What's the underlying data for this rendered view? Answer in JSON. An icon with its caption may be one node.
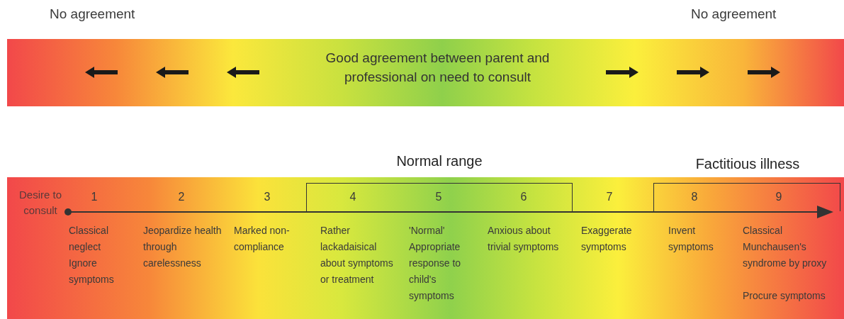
{
  "diagram": {
    "nodes": [
      {
        "text": [
          "Good agreement between parent and professional on need to consult"
        ]
      },
      {
        "text": [
          "Normal range"
        ]
      },
      {
        "text": [
          "Factitious illness"
        ]
      }
    ],
    "edges": [],
    "labels": [
      "No agreement",
      "No agreement",
      "Desire to consult",
      "1",
      "2",
      "3",
      "4",
      "5",
      "6",
      "7",
      "8",
      "9",
      "Classical neglect",
      "Ignore symptoms",
      "Jeopardize health through carelessness",
      "Marked non-compliance",
      "Rather lackadaisical about symptoms or treatment",
      "'Normal'",
      "Appropriate response to child's symptoms",
      "Anxious about trivial symptoms",
      "Exaggerate symptoms",
      "Invent symptoms",
      "Classical Munchausen's syndrome by proxy",
      "Procure symptoms"
    ]
  }
}
